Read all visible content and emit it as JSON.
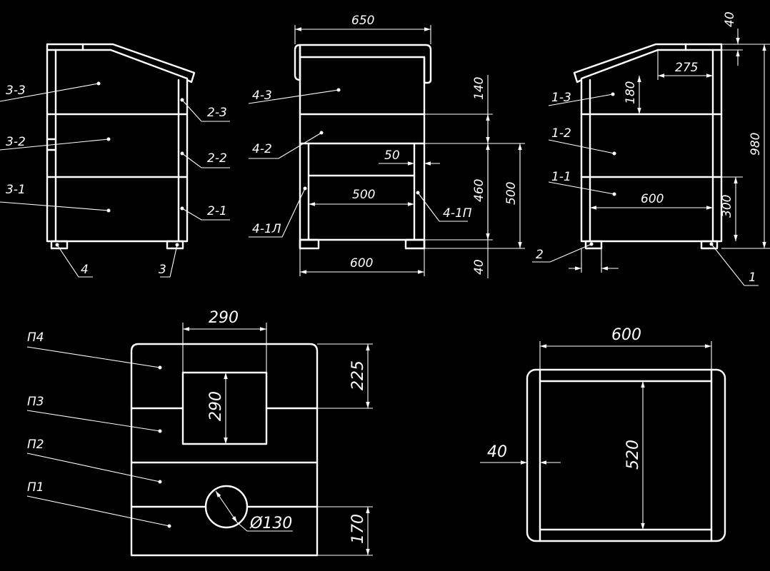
{
  "views": {
    "left_side": {
      "callouts": [
        "3-3",
        "3-2",
        "3-1",
        "2-3",
        "2-2",
        "2-1",
        "4",
        "3"
      ]
    },
    "front": {
      "callouts": [
        "4-3",
        "4-2",
        "4-1Л",
        "4-1П"
      ],
      "dims": {
        "width_top": "650",
        "d140": "140",
        "d50": "50",
        "d500w": "500",
        "d460": "460",
        "d500h": "500",
        "width_bottom": "600",
        "d40": "40"
      }
    },
    "right_side": {
      "callouts": [
        "1-3",
        "1-2",
        "1-1",
        "2",
        "1"
      ],
      "dims": {
        "d40": "40",
        "d275": "275",
        "d180": "180",
        "d980": "980",
        "d600": "600",
        "d300": "300"
      }
    },
    "panels": {
      "callouts": [
        "П4",
        "П3",
        "П2",
        "П1"
      ],
      "dims": {
        "d290w": "290",
        "d290h": "290",
        "d225": "225",
        "hole": "Ø130",
        "d170": "170"
      }
    },
    "top": {
      "dims": {
        "d600": "600",
        "d40": "40",
        "d520": "520"
      }
    }
  }
}
